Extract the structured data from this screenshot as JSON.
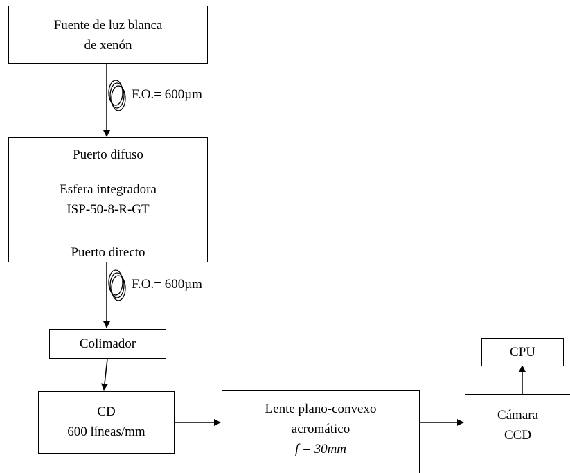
{
  "diagram": {
    "source_box": {
      "lines": [
        "Fuente de luz blanca",
        "de xenón"
      ]
    },
    "fiber_label_1": "F.O.= 600µm",
    "sphere_box": {
      "top_port": "Puerto difuso",
      "name_line1": "Esfera integradora",
      "name_line2": "ISP-50-8-R-GT",
      "bottom_port": "Puerto directo"
    },
    "fiber_label_2": "F.O.= 600µm",
    "collimator_box": {
      "label": "Colimador"
    },
    "cd_box": {
      "lines": [
        "CD",
        "600 líneas/mm"
      ]
    },
    "lens_box": {
      "lines": [
        "Lente plano-convexo",
        "acromático"
      ],
      "focal": "f = 30mm"
    },
    "camera_box": {
      "lines": [
        "Cámara",
        "CCD"
      ]
    },
    "cpu_box": {
      "label": "CPU"
    }
  }
}
